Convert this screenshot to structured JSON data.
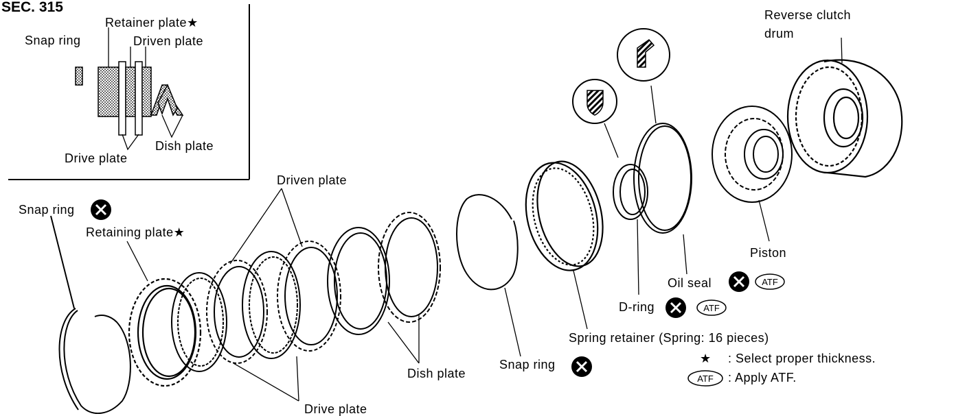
{
  "section": "SEC. 315",
  "inset": {
    "snap_ring": "Snap ring",
    "retainer_plate": "Retainer plate★",
    "driven_plate": "Driven plate",
    "drive_plate": "Drive plate",
    "dish_plate": "Dish plate"
  },
  "labels": {
    "snap_ring_left": "Snap ring",
    "retaining_plate": "Retaining plate★",
    "driven_plate": "Driven plate",
    "drive_plate": "Drive plate",
    "dish_plate": "Dish plate",
    "snap_ring_mid": "Snap ring",
    "spring_retainer": "Spring retainer (Spring: 16 pieces)",
    "d_ring": "D-ring",
    "oil_seal": "Oil seal",
    "piston": "Piston",
    "reverse_clutch_drum_1": "Reverse clutch",
    "reverse_clutch_drum_2": "drum"
  },
  "legend": {
    "star_symbol": "★",
    "star_text": ": Select proper thickness.",
    "atf_text": ": Apply ATF."
  },
  "badges": {
    "atf": "ATF"
  }
}
